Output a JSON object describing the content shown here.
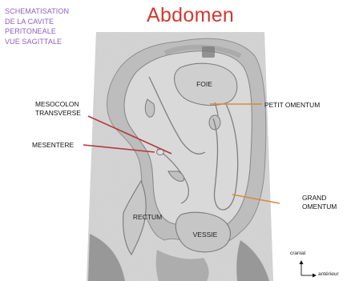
{
  "subtitle_lines": [
    "SCHEMATISATION",
    "DE LA CAVITE",
    "PERITONEALE",
    "VUE SAGITTALE"
  ],
  "title": "Abdomen",
  "organs": {
    "liver": "FOIE",
    "rectum": "RECTUM",
    "bladder": "VESSIE"
  },
  "callouts": {
    "mesocolon_line1": "MESOCOLON",
    "mesocolon_line2": "TRANSVERSE",
    "mesentery": "MESENTERE",
    "lesser_omentum": "PETIT OMENTUM",
    "greater_omentum_line1": "GRAND",
    "greater_omentum_line2": "OMENTUM"
  },
  "orientation": {
    "up": "cranial",
    "right": "antérieur"
  },
  "colors": {
    "title": "#d13a32",
    "subtitle": "#8a5ec0",
    "arrow_red": "#b43a3a",
    "arrow_orange": "#d98a3a",
    "paper": "#d6d6d6"
  }
}
